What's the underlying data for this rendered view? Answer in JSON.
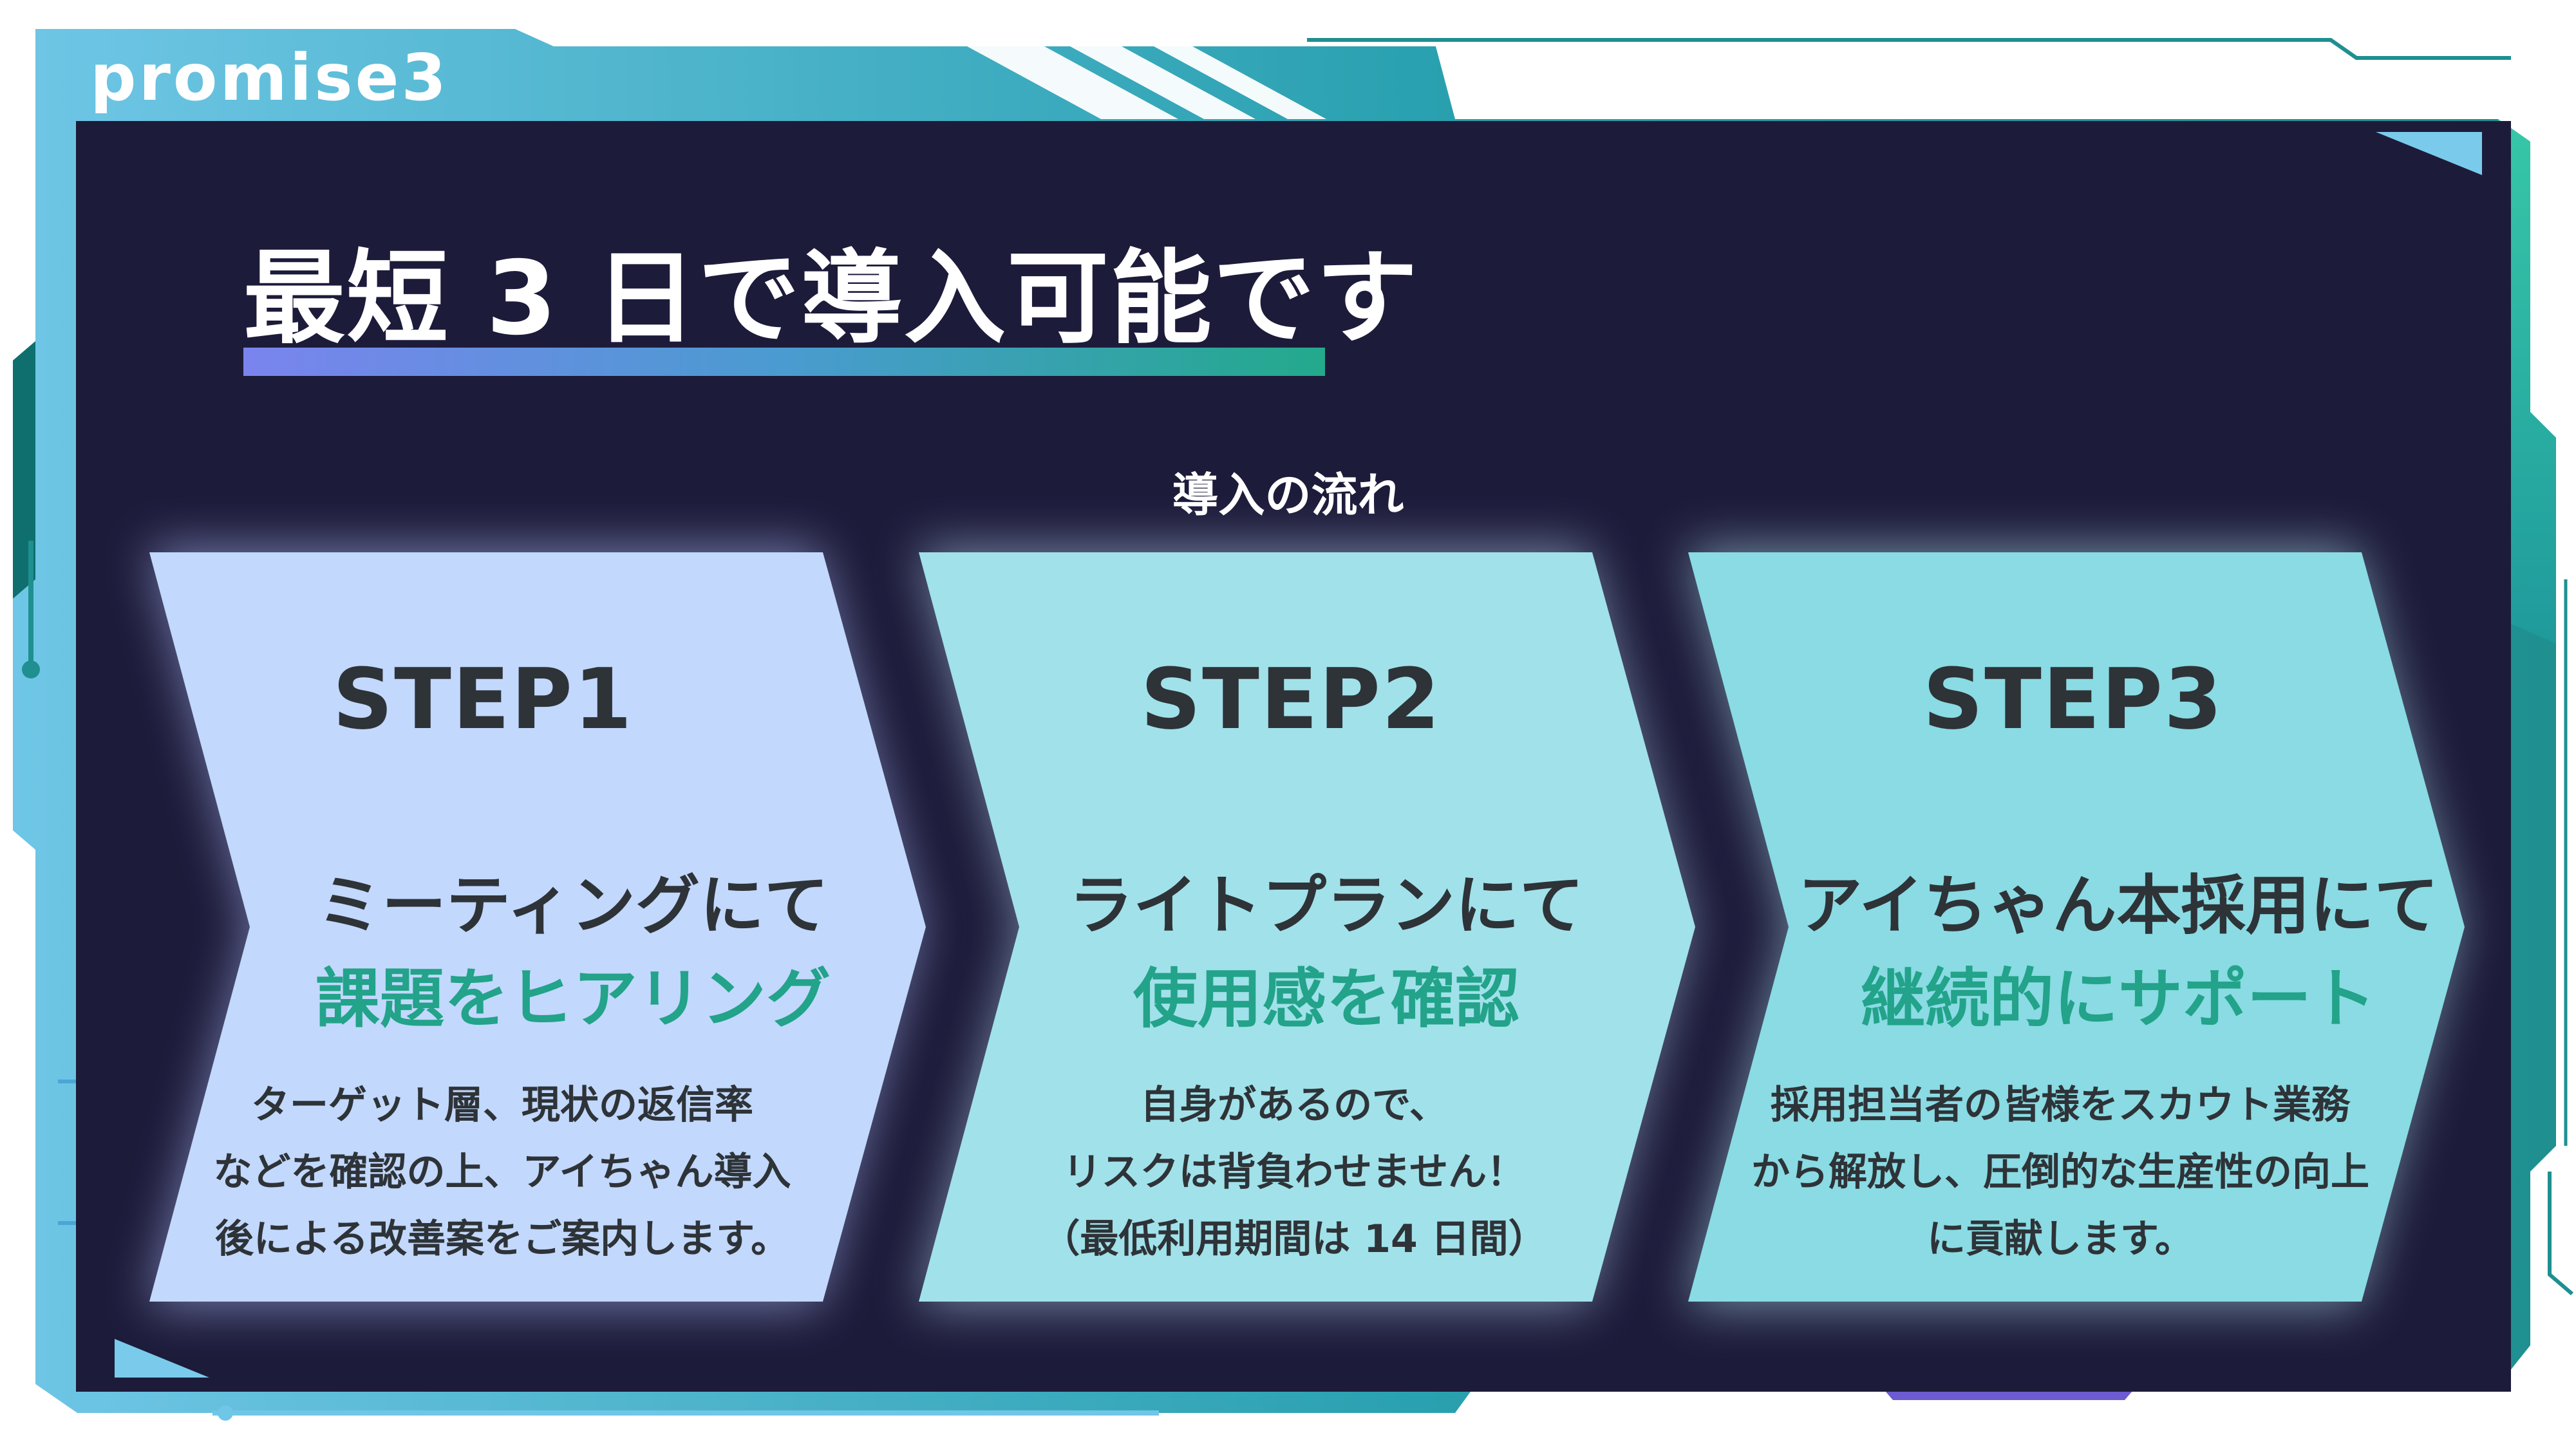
{
  "brand": "promise3",
  "title": "最短 3 日で導入可能です",
  "subtitle": "導入の流れ",
  "steps": [
    {
      "label": "STEP1",
      "heading": "ミーティングにて",
      "highlight": "課題をヒアリング",
      "body": [
        "ターゲット層、現状の返信率",
        "などを確認の上、アイちゃん導入",
        "後による改善案をご案内します。"
      ],
      "color": "#c2d8fc"
    },
    {
      "label": "STEP2",
      "heading": "ライトプランにて",
      "highlight": "使用感を確認",
      "body": [
        "自身があるので、",
        "リスクは背負わせません！",
        "（最低利用期間は 14 日間）"
      ],
      "color": "#a1e1ea"
    },
    {
      "label": "STEP3",
      "heading": "アイちゃん本採用にて",
      "highlight": "継続的にサポート",
      "body": [
        "採用担当者の皆様をスカウト業務",
        "から解放し、圧倒的な生産性の向上",
        "に貢献します。"
      ],
      "color": "#8adbe3"
    }
  ],
  "colors": {
    "panel": "#1d1b3a",
    "frame_light": "#6fc6e6",
    "frame_teal": "#1f9a9c",
    "accent_green": "#22a38a",
    "text_dark": "#2e3338"
  }
}
